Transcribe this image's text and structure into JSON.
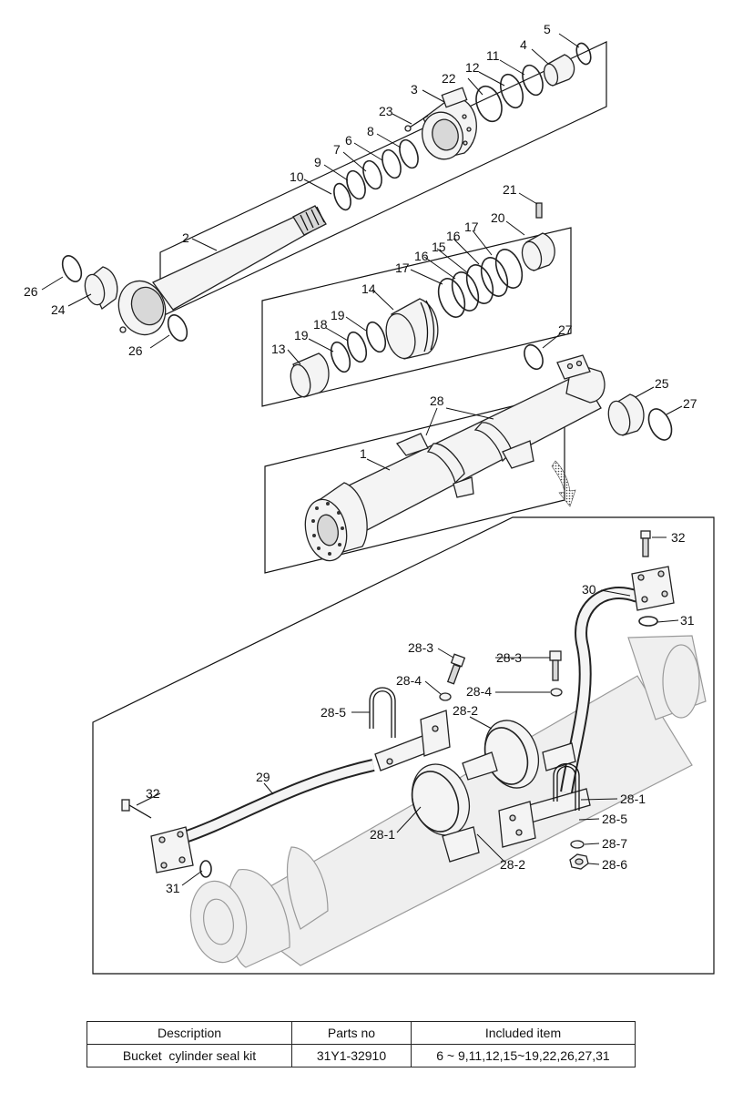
{
  "callouts": {
    "c1": "1",
    "c2": "2",
    "c3": "3",
    "c4": "4",
    "c5": "5",
    "c6": "6",
    "c7": "7",
    "c8": "8",
    "c9": "9",
    "c10": "10",
    "c11": "11",
    "c12": "12",
    "c13": "13",
    "c14": "14",
    "c15": "15",
    "c16a": "16",
    "c16b": "16",
    "c17a": "17",
    "c17b": "17",
    "c18": "18",
    "c19a": "19",
    "c19b": "19",
    "c20": "20",
    "c21": "21",
    "c22": "22",
    "c23": "23",
    "c24": "24",
    "c25": "25",
    "c26a": "26",
    "c26b": "26",
    "c27a": "27",
    "c27b": "27",
    "c28": "28",
    "c29": "29",
    "c30": "30",
    "c31a": "31",
    "c31b": "31",
    "c32a": "32",
    "c32b": "32",
    "c28_1a": "28-1",
    "c28_1b": "28-1",
    "c28_2a": "28-2",
    "c28_2b": "28-2",
    "c28_3a": "28-3",
    "c28_3b": "28-3",
    "c28_4a": "28-4",
    "c28_4b": "28-4",
    "c28_5a": "28-5",
    "c28_5b": "28-5",
    "c28_6": "28-6",
    "c28_7": "28-7"
  },
  "kit_table": {
    "headers": [
      "Description",
      "Parts no",
      "Included item"
    ],
    "row": [
      "Bucket  cylinder seal kit",
      "31Y1-32910",
      "6 ~ 9,11,12,15~19,22,26,27,31"
    ]
  }
}
